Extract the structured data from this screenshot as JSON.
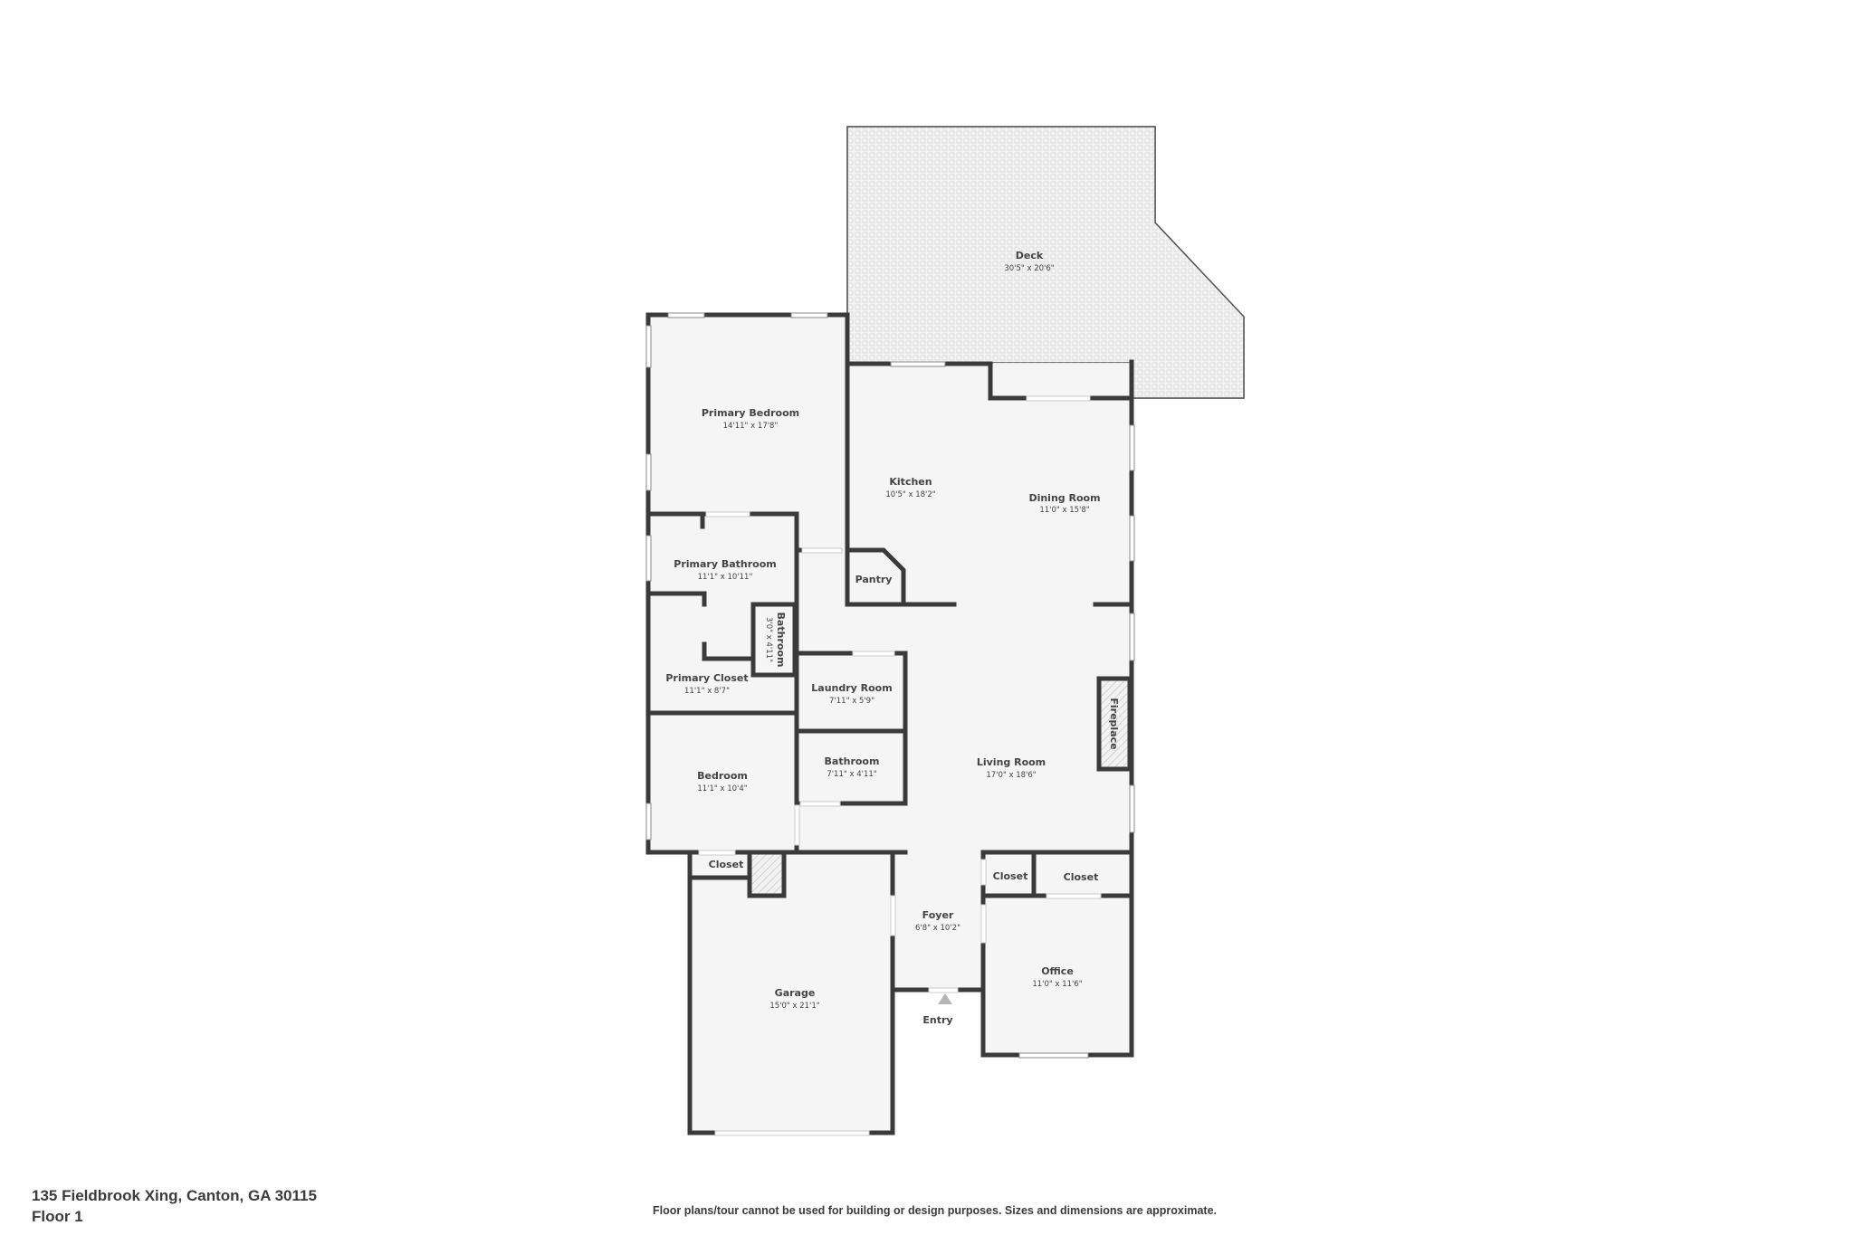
{
  "property": {
    "address": "135 Fieldbrook Xing, Canton, GA 30115",
    "floor": "Floor 1",
    "disclaimer": "Floor plans/tour cannot be used for building or design purposes. Sizes and dimensions are approximate."
  },
  "colors": {
    "wall": "#3a3a3a",
    "floor_fill": "#f5f5f5",
    "deck_fill": "#f0f0f0",
    "deck_outline": "#555555",
    "window": "#ffffff",
    "entry_arrow": "#b5b5b5"
  },
  "rooms": {
    "deck": {
      "name": "Deck",
      "dims": "30'5\" x 20'6\""
    },
    "primary_bedroom": {
      "name": "Primary Bedroom",
      "dims": "14'11\" x 17'8\""
    },
    "kitchen": {
      "name": "Kitchen",
      "dims": "10'5\" x 18'2\""
    },
    "dining_room": {
      "name": "Dining Room",
      "dims": "11'0\" x 15'8\""
    },
    "primary_bathroom": {
      "name": "Primary Bathroom",
      "dims": "11'1\" x 10'11\""
    },
    "pantry": {
      "name": "Pantry"
    },
    "small_bathroom": {
      "name": "Bathroom",
      "dims": "3'0\" x 4'11\""
    },
    "primary_closet": {
      "name": "Primary Closet",
      "dims": "11'1\" x 8'7\""
    },
    "laundry_room": {
      "name": "Laundry Room",
      "dims": "7'11\" x 5'9\""
    },
    "fireplace": {
      "name": "Fireplace"
    },
    "bathroom": {
      "name": "Bathroom",
      "dims": "7'11\" x 4'11\""
    },
    "living_room": {
      "name": "Living Room",
      "dims": "17'0\" x 18'6\""
    },
    "bedroom": {
      "name": "Bedroom",
      "dims": "11'1\" x 10'4\""
    },
    "closet_garage": {
      "name": "Closet"
    },
    "closet_office_1": {
      "name": "Closet"
    },
    "closet_office_2": {
      "name": "Closet"
    },
    "foyer": {
      "name": "Foyer",
      "dims": "6'8\" x 10'2\""
    },
    "office": {
      "name": "Office",
      "dims": "11'0\" x 11'6\""
    },
    "garage": {
      "name": "Garage",
      "dims": "15'0\" x 21'1\""
    }
  },
  "entry": {
    "label": "Entry"
  }
}
